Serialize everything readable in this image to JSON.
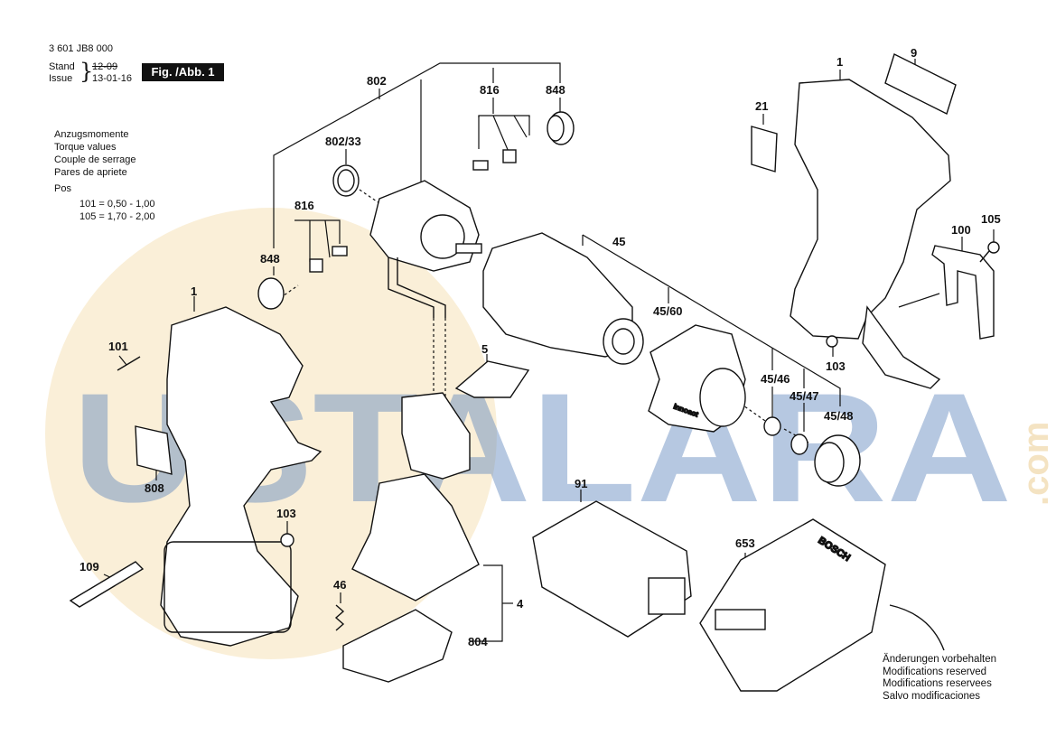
{
  "header": {
    "doc_number": "3 601 JB8 000",
    "stand_label": "Stand",
    "issue_label": "Issue",
    "old_date": "12-09",
    "new_date": "13-01-16",
    "figure": "Fig. /Abb. 1"
  },
  "torque": {
    "lines": [
      "Anzugsmomente",
      "Torque values",
      "Couple de serrage",
      "Pares de apriete"
    ],
    "pos_label": "Pos",
    "values": [
      "101 =  0,50 - 1,00",
      "105 =  1,70 - 2,00"
    ]
  },
  "watermark": {
    "text": "USTALARA",
    "suffix": ".com"
  },
  "part_labels": {
    "p1_top": "1",
    "p9": "9",
    "p21": "21",
    "p802": "802",
    "p816_top": "816",
    "p848_top": "848",
    "p802_33": "802/33",
    "p816_left": "816",
    "p848_left": "848",
    "p45": "45",
    "p45_60": "45/60",
    "p45_46": "45/46",
    "p45_47": "45/47",
    "p45_48": "45/48",
    "p100": "100",
    "p105": "105",
    "p103_right": "103",
    "p1_left": "1",
    "p101": "101",
    "p5": "5",
    "p808": "808",
    "p103_left": "103",
    "p109": "109",
    "p91": "91",
    "p653": "653",
    "p46": "46",
    "p4": "4",
    "p804": "804"
  },
  "brand": {
    "charger_logo": "BOSCH",
    "case_label": "innoact"
  },
  "notes": [
    "Änderungen vorbehalten",
    "Modifications reserved",
    "Modifications reservees",
    "Salvo modificaciones"
  ]
}
